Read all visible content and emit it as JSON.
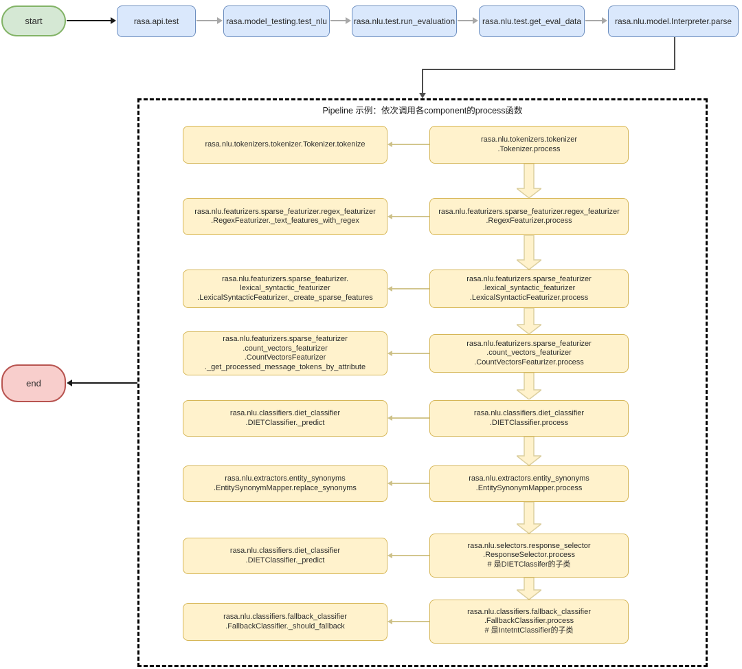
{
  "diagram": {
    "start_label": "start",
    "end_label": "end",
    "top_nodes": [
      {
        "label": "rasa.api.test"
      },
      {
        "label": "rasa.model_testing.test_nlu"
      },
      {
        "label": "rasa.nlu.test.run_evaluation"
      },
      {
        "label": "rasa.nlu.test.get_eval_data"
      },
      {
        "label": "rasa.nlu.model.Interpreter.parse"
      }
    ],
    "pipeline": {
      "title": "Pipeline 示例：依次调用各component的process函数",
      "rows": [
        {
          "left": "rasa.nlu.tokenizers.tokenizer.Tokenizer.tokenize",
          "right": "rasa.nlu.tokenizers.tokenizer\n.Tokenizer.process"
        },
        {
          "left": "rasa.nlu.featurizers.sparse_featurizer.regex_featurizer\n.RegexFeaturizer._text_features_with_regex",
          "right": "rasa.nlu.featurizers.sparse_featurizer.regex_featurizer\n.RegexFeaturizer.process"
        },
        {
          "left": "rasa.nlu.featurizers.sparse_featurizer.\nlexical_syntactic_featurizer\n.LexicalSyntacticFeaturizer._create_sparse_features",
          "right": "rasa.nlu.featurizers.sparse_featurizer\n.lexical_syntactic_featurizer\n.LexicalSyntacticFeaturizer.process"
        },
        {
          "left": "rasa.nlu.featurizers.sparse_featurizer\n.count_vectors_featurizer\n.CountVectorsFeaturizer\n._get_processed_message_tokens_by_attribute",
          "right": "rasa.nlu.featurizers.sparse_featurizer\n.count_vectors_featurizer\n.CountVectorsFeaturizer.process"
        },
        {
          "left": "rasa.nlu.classifiers.diet_classifier\n.DIETClassifier._predict",
          "right": "rasa.nlu.classifiers.diet_classifier\n.DIETClassifier.process"
        },
        {
          "left": "rasa.nlu.extractors.entity_synonyms\n.EntitySynonymMapper.replace_synonyms",
          "right": "rasa.nlu.extractors.entity_synonyms\n.EntitySynonymMapper.process"
        },
        {
          "left": "rasa.nlu.classifiers.diet_classifier\n.DIETClassifier._predict",
          "right": "rasa.nlu.selectors.response_selector\n.ResponseSelector.process\n# 是DIETClassifer的子类"
        },
        {
          "left": "rasa.nlu.classifiers.fallback_classifier\n.FallbackClassifier._should_fallback",
          "right": "rasa.nlu.classifiers.fallback_classifier\n.FallbackClassifier.process\n# 是IntetntClassifier的子类"
        }
      ]
    },
    "colors": {
      "start_fill": "#d5e8d4",
      "start_border": "#82b366",
      "end_fill": "#f8cecc",
      "end_border": "#b85450",
      "step_fill": "#dae8fc",
      "step_border": "#6c8ebf",
      "process_fill": "#fff2cc",
      "process_border": "#d6b656",
      "process_arrow": "#d2c68e",
      "container_border": "#000000"
    }
  }
}
